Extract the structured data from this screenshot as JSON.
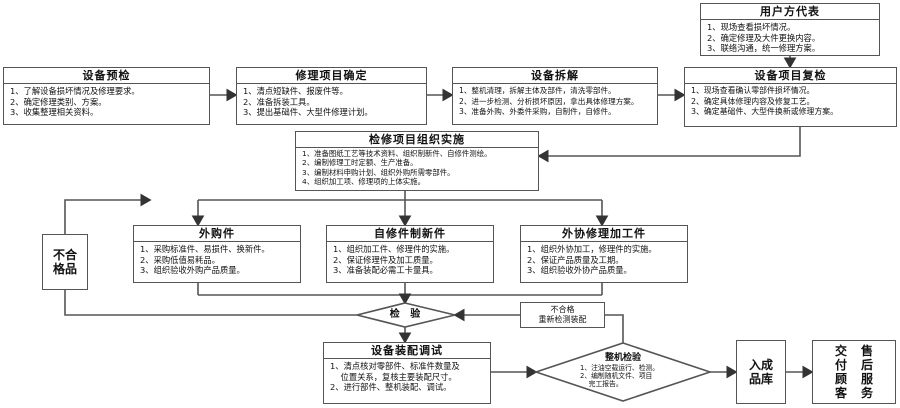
{
  "user_party": {
    "title": "用户方代表",
    "items": [
      "1、现场查看损坏情况。",
      "2、确定修理及大件更换内容。",
      "3、联络沟通，统一修理方案。"
    ]
  },
  "stage1": {
    "title": "设备预检",
    "items": [
      "1、了解设备损坏情况及修理要求。",
      "2、确定修理类别、方案。",
      "3、收集整理相关资料。"
    ]
  },
  "stage2": {
    "title": "修理项目确定",
    "items": [
      "1、清点短缺件、报废件等。",
      "2、准备拆装工具。",
      "3、提出基础件、大型件修理计划。"
    ]
  },
  "stage3": {
    "title": "设备拆解",
    "items": [
      "1、整机清理，拆解主体及部件，清洗零部件。",
      "2、进一步检测、分析损坏原因，拿出具体修理方案。",
      "3、准备外购、外委件采购，自制件，自修件。"
    ]
  },
  "stage4": {
    "title": "设备项目复检",
    "items": [
      "1、现场查看确认零部件损坏情况。",
      "2、确定具体修理内容及修复工艺。",
      "3、确定基础件、大型件换新或修理方案。"
    ]
  },
  "plan": {
    "title": "检修项目组织实施",
    "items": [
      "1、准备图纸工艺等技术资料、组织制新件、自修件测绘。",
      "2、编制修理工时定额、生产准备。",
      "3、编制材料申购计划、组织外购所需零部件。",
      "4、组织加工项、修理项的上体实施。"
    ]
  },
  "purchase": {
    "title": "外购件",
    "items": [
      "1、采购标准件、易损件、换新件。",
      "2、采购低值易耗品。",
      "3、组织验收外购产品质量。"
    ]
  },
  "self_made": {
    "title": "自修件制新件",
    "items": [
      "1、组织加工件、修理件的实施。",
      "2、保证修理件及加工质量。",
      "3、准备装配必需工卡量具。"
    ]
  },
  "outsource": {
    "title": "外协修理加工件",
    "items": [
      "1、组织外协加工，修理件的实施。",
      "2、保证产品质量及工期。",
      "3、组织验收外协产品质量。"
    ]
  },
  "reject_box": "不合格品",
  "inspection": "检   验",
  "reinspect_note": {
    "line1": "不合格",
    "line2": "重新检测装配"
  },
  "assembly": {
    "title": "设备装配调试",
    "items": [
      "1、清点核对零部件、标准件数量及",
      "    位置关系，复核主要装配尺寸。",
      "2、进行部件、整机装配、调试。"
    ]
  },
  "machine_check": {
    "title": "整机检验",
    "items": [
      "1、注油空载运行、检测。",
      "2、编制随机文件、项目",
      "    完工报告。"
    ]
  },
  "warehouse": "入成品库",
  "delivery": {
    "col1": "交付顾客",
    "col2": "售后服务"
  },
  "colors": {
    "line": "#555555",
    "arrow": "#333333"
  }
}
